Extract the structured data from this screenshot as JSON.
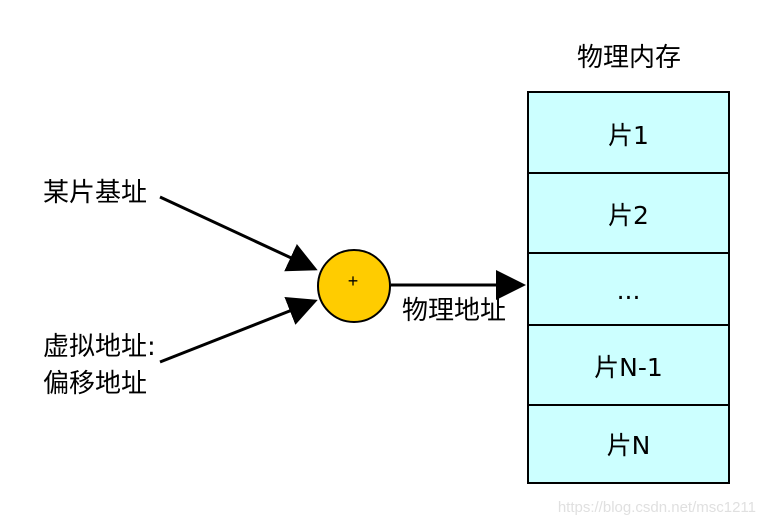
{
  "labels": {
    "memory_title": "物理内存",
    "segment_base": "某片基址",
    "virtual_address": "虚拟地址:",
    "offset_address": "偏移地址",
    "physical_address": "物理地址",
    "adder_symbol": "+",
    "watermark": "https://blog.csdn.net/msc1211"
  },
  "segments": [
    "片1",
    "片2",
    "...",
    "片N-1",
    "片N"
  ],
  "colors": {
    "adder_fill": "#ffcc00",
    "segment_fill": "#ccffff",
    "stroke": "#000000"
  }
}
